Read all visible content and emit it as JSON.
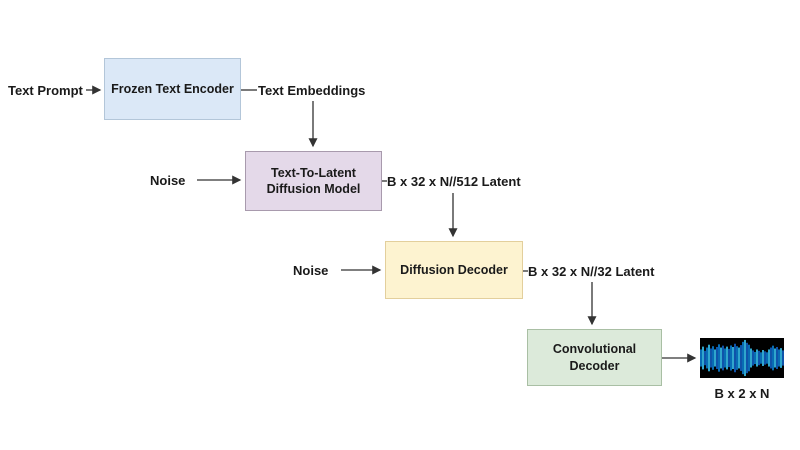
{
  "diagram": {
    "background": "#ffffff",
    "arrow_color": "#333333",
    "nodes": [
      {
        "id": "frozen-text-encoder",
        "label": "Frozen Text Encoder",
        "fill": "#dbe8f7",
        "border": "#b3c6d9"
      },
      {
        "id": "text-to-latent-diffusion-model",
        "label": "Text-To-Latent Diffusion Model",
        "fill": "#e4d9e9",
        "border": "#a89aad"
      },
      {
        "id": "diffusion-decoder",
        "label": "Diffusion Decoder",
        "fill": "#fdf3d0",
        "border": "#e3cf9c"
      },
      {
        "id": "convolutional-decoder",
        "label": "Convolutional Decoder",
        "fill": "#dceada",
        "border": "#a9bfa4"
      }
    ],
    "labels": {
      "text_prompt": "Text Prompt",
      "text_embeddings": "Text Embeddings",
      "noise_1": "Noise",
      "noise_2": "Noise",
      "latent_512": "B x 32 x N//512 Latent",
      "latent_32": "B x 32 x N//32 Latent",
      "output_shape": "B x 2 x N"
    },
    "waveform": {
      "name": "audio-waveform",
      "bg": "#000000",
      "colors": [
        "#0a7fd4",
        "#39c3f0",
        "#1462c8"
      ],
      "amplitudes": [
        0.45,
        0.6,
        0.38,
        0.55,
        0.7,
        0.5,
        0.62,
        0.45,
        0.58,
        0.72,
        0.55,
        0.65,
        0.5,
        0.6,
        0.48,
        0.66,
        0.58,
        0.75,
        0.62,
        0.55,
        0.68,
        0.85,
        0.95,
        0.8,
        0.7,
        0.5,
        0.4,
        0.32,
        0.45,
        0.38,
        0.3,
        0.42,
        0.35,
        0.3,
        0.45,
        0.55,
        0.65,
        0.5,
        0.58,
        0.45,
        0.52,
        0.4
      ]
    }
  }
}
